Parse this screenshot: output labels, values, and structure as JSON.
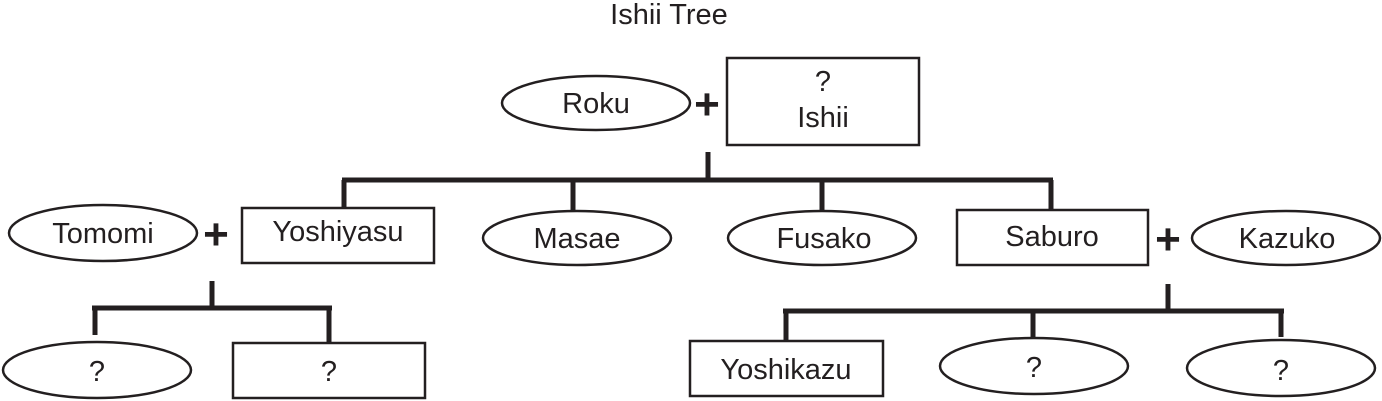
{
  "title": "Ishii Tree",
  "marriage_symbol": "+",
  "nodes": {
    "roku": "Roku",
    "ishii_top": "?",
    "ishii_bottom": "Ishii",
    "tomomi": "Tomomi",
    "yoshiyasu": "Yoshiyasu",
    "masae": "Masae",
    "fusako": "Fusako",
    "saburo": "Saburo",
    "kazuko": "Kazuko",
    "child_a": "?",
    "child_b": "?",
    "yoshikazu": "Yoshikazu",
    "child_c": "?",
    "child_d": "?"
  },
  "colors": {
    "ink": "#231f20",
    "background": "#ffffff"
  }
}
